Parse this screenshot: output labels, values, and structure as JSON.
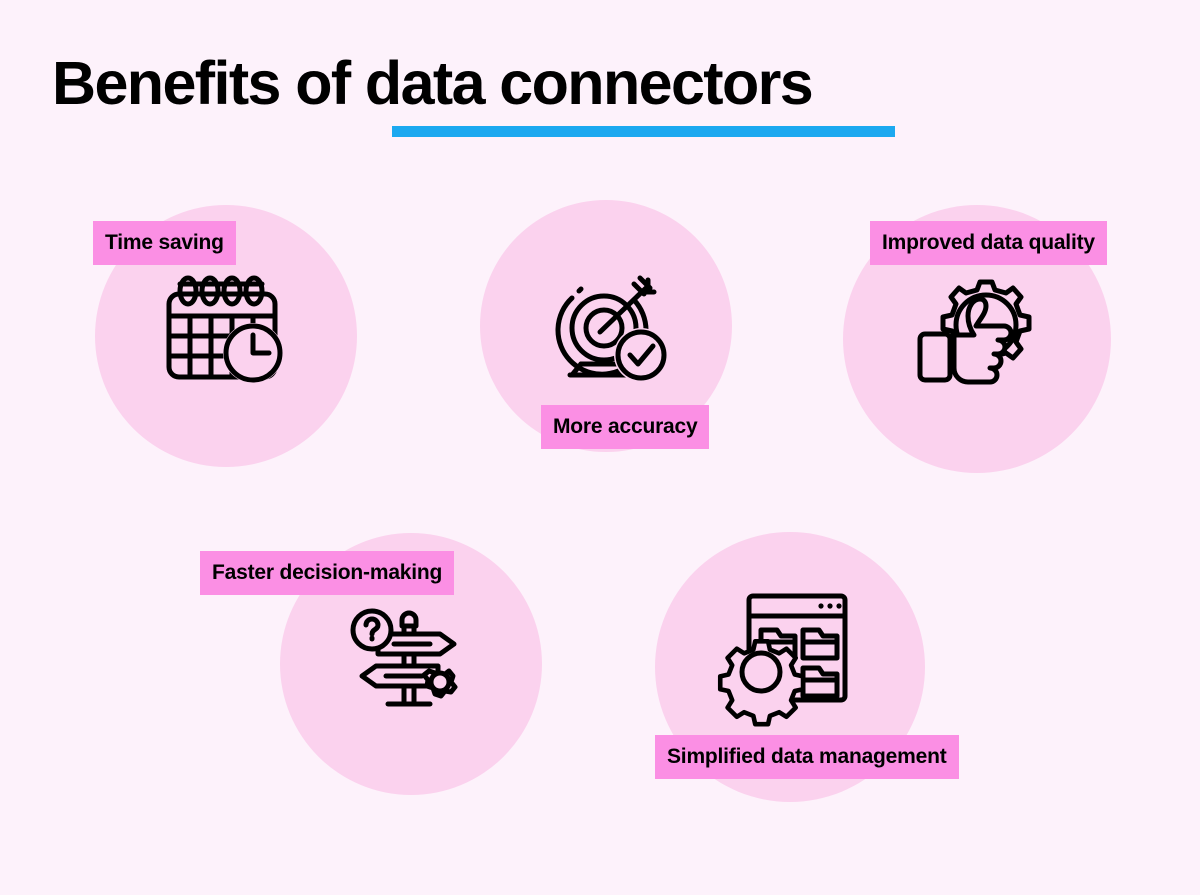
{
  "header": {
    "title": "Benefits of data connectors",
    "accent_rule_color": "#1ca9f0"
  },
  "theme": {
    "background": "#fdf2fb",
    "blob": "#fbd2ee",
    "tag_highlight": "#fb8fe4",
    "text": "#000000",
    "icon_stroke": "#000000"
  },
  "benefits": [
    {
      "label": "Time saving",
      "icon": "calendar-clock-icon",
      "tag_position": "above-left"
    },
    {
      "label": "More accuracy",
      "icon": "target-arrow-check-icon",
      "tag_position": "below-left"
    },
    {
      "label": "Improved data quality",
      "icon": "thumbs-up-gear-icon",
      "tag_position": "above-left"
    },
    {
      "label": "Faster decision-making",
      "icon": "signpost-question-gear-icon",
      "tag_position": "above-left"
    },
    {
      "label": "Simplified data management",
      "icon": "browser-folders-gear-icon",
      "tag_position": "below-left"
    }
  ]
}
